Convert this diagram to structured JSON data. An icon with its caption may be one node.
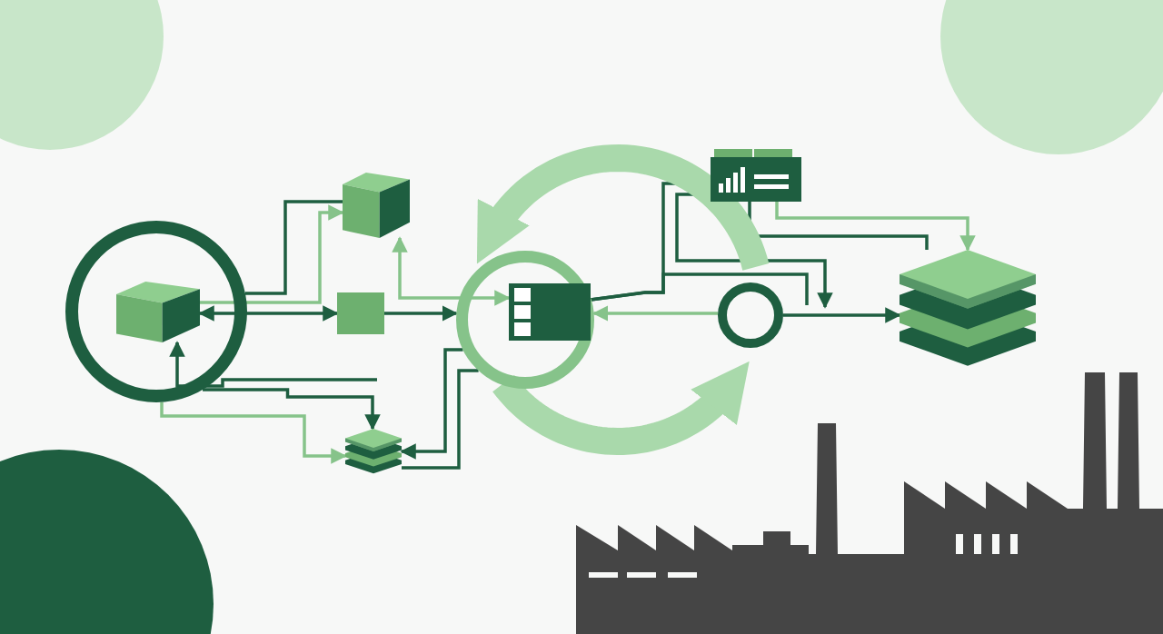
{
  "diagram": {
    "nodes": [
      {
        "text": [],
        "shape": "circle"
      },
      {
        "text": [],
        "shape": "box",
        "in": 0
      },
      {
        "text": [],
        "shape": "box"
      },
      {
        "text": [],
        "shape": "box"
      },
      {
        "text": [],
        "shape": "stack"
      },
      {
        "text": [],
        "shape": "circle"
      },
      {
        "text": [],
        "shape": "box",
        "in": 5
      },
      {
        "text": [],
        "shape": "picture"
      },
      {
        "text": [],
        "shape": "circle"
      },
      {
        "text": [],
        "shape": "stack"
      }
    ],
    "edges": [
      {
        "from": 1,
        "to": 2,
        "arrow": "to",
        "color": "#86c38a"
      },
      {
        "from": 0,
        "to": 2,
        "arrow": "none"
      },
      {
        "from": 1,
        "to": 3,
        "arrow": "both"
      },
      {
        "from": 3,
        "to": 5,
        "arrow": "to"
      },
      {
        "from": 2,
        "to": 6,
        "arrow": "both",
        "color": "#86c38a"
      },
      {
        "from": null,
        "to": 1,
        "arrow": "to"
      },
      {
        "from": 0,
        "to": 4,
        "arrow": "to"
      },
      {
        "from": 0,
        "to": 4,
        "arrow": "to",
        "color": "#86c38a"
      },
      {
        "from": 5,
        "to": 4,
        "arrow": "to"
      },
      {
        "from": 5,
        "to": 4,
        "arrow": "none"
      },
      {
        "from": 6,
        "to": 7,
        "arrow": "to"
      },
      {
        "from": 7,
        "to": null,
        "arrow": "to"
      },
      {
        "from": 6,
        "to": null,
        "arrow": "none"
      },
      {
        "from": 8,
        "to": 5,
        "arrow": "to",
        "color": "#86c38a"
      },
      {
        "from": 8,
        "to": 9,
        "arrow": "to"
      },
      {
        "from": 7,
        "to": 9,
        "arrow": "to",
        "color": "#86c38a"
      },
      {
        "from": 7,
        "to": 9,
        "arrow": "none"
      },
      {
        "from": 8,
        "to": 5,
        "arrow": "to",
        "style": "thick",
        "color": "#a9d9ab"
      },
      {
        "from": 5,
        "to": 8,
        "arrow": "to",
        "style": "thick",
        "color": "#a9d9ab"
      }
    ]
  }
}
